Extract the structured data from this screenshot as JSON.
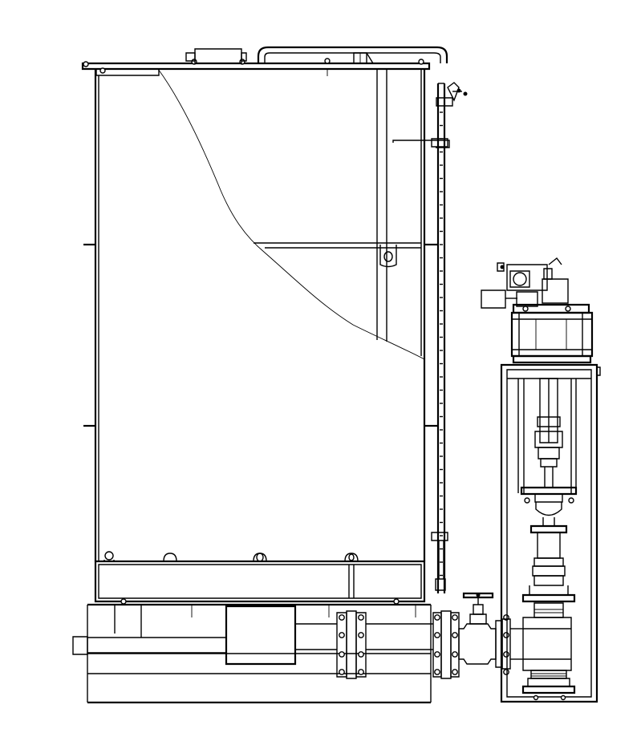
{
  "drawing": {
    "type": "technical line drawing",
    "view": "side elevation",
    "line_color": "#000000",
    "background_color": "#ffffff",
    "components": [
      "tank",
      "tank-lid",
      "lid-handle",
      "level-gauge",
      "tank-base-skid",
      "sump-box",
      "flanged-pipe",
      "gate-valve",
      "pump-frame",
      "pump-motor",
      "pump-shaft-column"
    ]
  }
}
